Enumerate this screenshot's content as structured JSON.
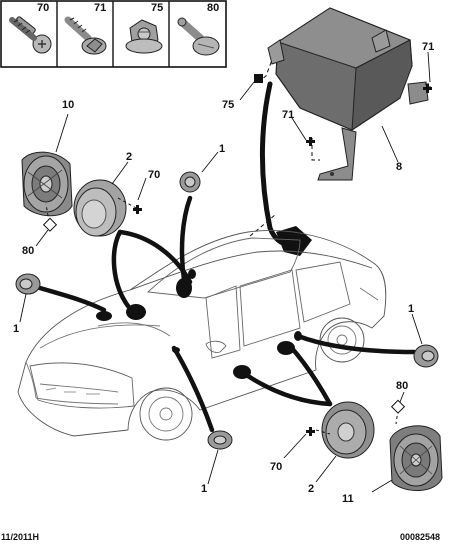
{
  "header": {
    "fasteners": [
      {
        "ref": "70",
        "icon": "screw-icon"
      },
      {
        "ref": "71",
        "icon": "bolt-icon"
      },
      {
        "ref": "75",
        "icon": "nut-icon"
      },
      {
        "ref": "80",
        "icon": "clip-icon"
      }
    ]
  },
  "callouts": {
    "c10": "10",
    "c2_left": "2",
    "c70_left": "70",
    "c1_top": "1",
    "c80_left": "80",
    "c1_left": "1",
    "c75": "75",
    "c71_right": "71",
    "c71_mid": "71",
    "c8": "8",
    "c1_right": "1",
    "c80_right": "80",
    "c70_bottom": "70",
    "c2_bottom": "2",
    "c1_bottom": "1",
    "c11": "11"
  },
  "footer": {
    "date": "11/2011H",
    "ref": "00082548"
  }
}
